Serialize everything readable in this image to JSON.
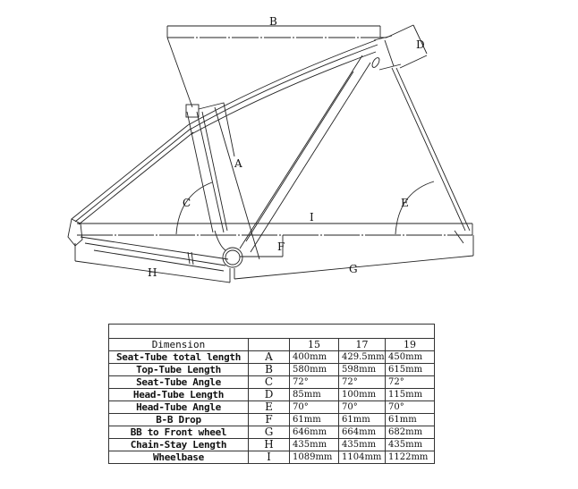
{
  "diagram": {
    "labels": {
      "A": "A",
      "B": "B",
      "C": "C",
      "D": "D",
      "E": "E",
      "F": "F",
      "G": "G",
      "H": "H",
      "I": "I"
    }
  },
  "table": {
    "title": "",
    "header": {
      "dimension": "Dimension",
      "letter": "",
      "sizes": [
        "15",
        "17",
        "19"
      ]
    },
    "rows": [
      {
        "name": "Seat-Tube total length",
        "letter": "A",
        "values": [
          "400mm",
          "429.5mm",
          "450mm"
        ]
      },
      {
        "name": "Top-Tube Length",
        "letter": "B",
        "values": [
          "580mm",
          "598mm",
          "615mm"
        ]
      },
      {
        "name": "Seat-Tube Angle",
        "letter": "C",
        "values": [
          "72°",
          "72°",
          "72°"
        ]
      },
      {
        "name": "Head-Tube Length",
        "letter": "D",
        "values": [
          "85mm",
          "100mm",
          "115mm"
        ]
      },
      {
        "name": "Head-Tube Angle",
        "letter": "E",
        "values": [
          "70°",
          "70°",
          "70°"
        ]
      },
      {
        "name": "B-B Drop",
        "letter": "F",
        "values": [
          "61mm",
          "61mm",
          "61mm"
        ]
      },
      {
        "name": "BB to Front wheel",
        "letter": "G",
        "values": [
          "646mm",
          "664mm",
          "682mm"
        ]
      },
      {
        "name": "Chain-Stay Length",
        "letter": "H",
        "values": [
          "435mm",
          "435mm",
          "435mm"
        ]
      },
      {
        "name": "Wheelbase",
        "letter": "I",
        "values": [
          "1089mm",
          "1104mm",
          "1122mm"
        ]
      }
    ]
  }
}
